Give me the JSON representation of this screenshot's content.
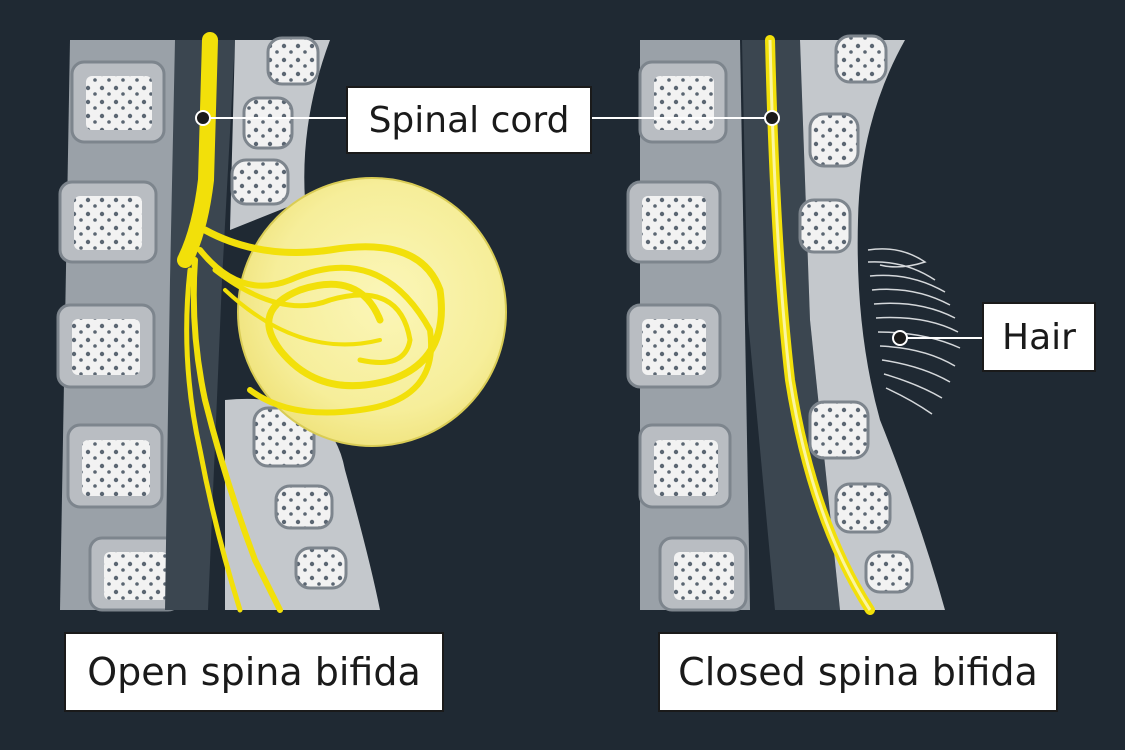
{
  "labels": {
    "spinal_cord": "Spinal cord",
    "hair": "Hair"
  },
  "captions": {
    "open": "Open spina bifida",
    "closed": "Closed spina bifida"
  },
  "colors": {
    "background": "#1f2933",
    "spinal_cord": "#f2e00a",
    "bone": "#b9bdc2",
    "canal": "#3b4650"
  }
}
